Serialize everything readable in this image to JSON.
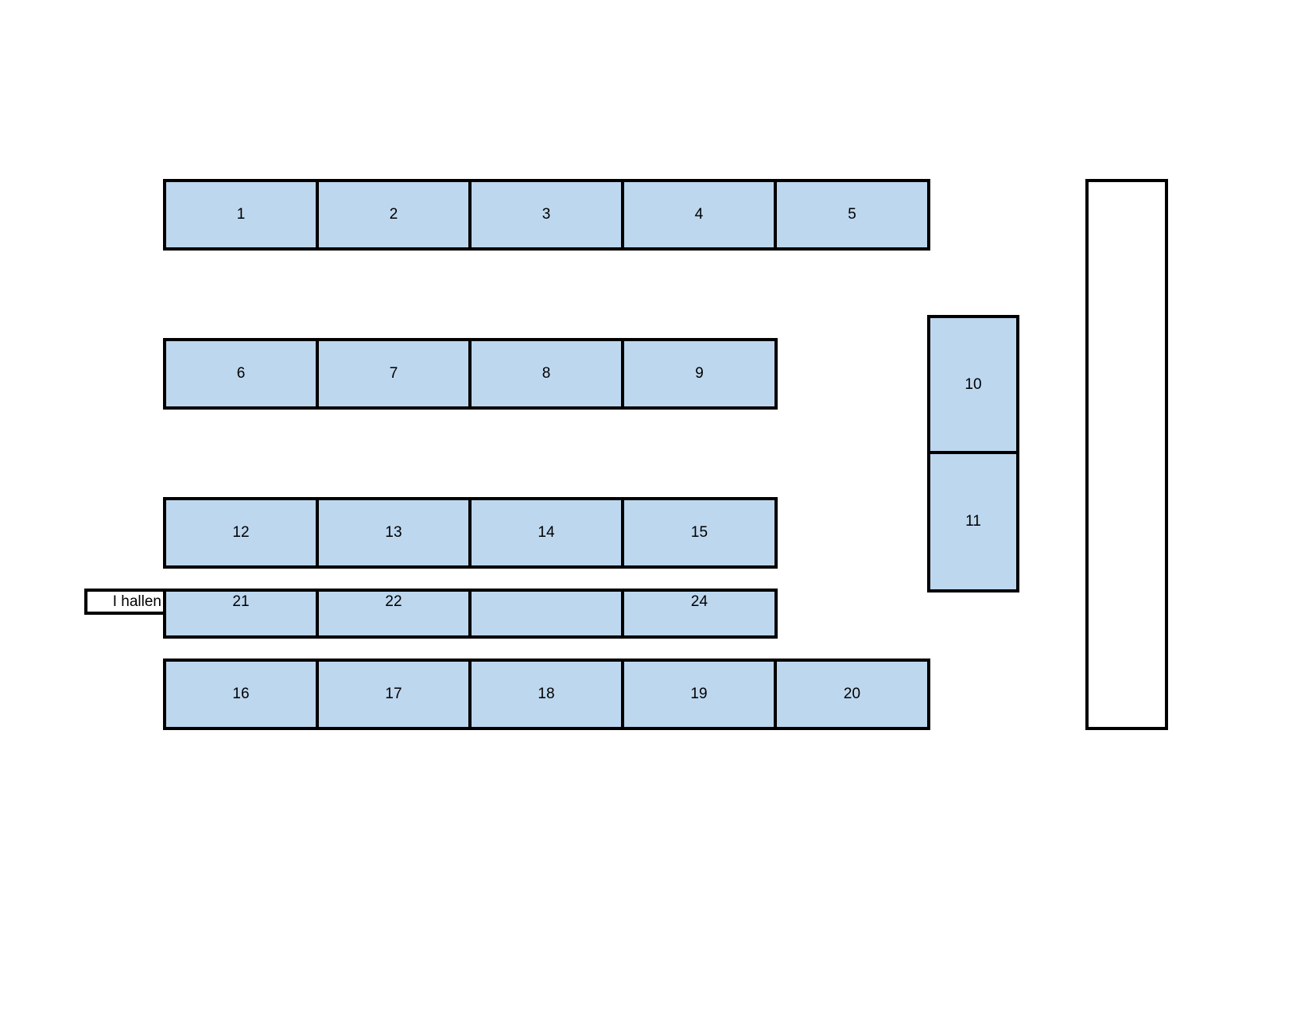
{
  "colors": {
    "cell_fill": "#bdd7ee",
    "border": "#000000",
    "background": "#ffffff"
  },
  "rows": {
    "row1": [
      "1",
      "2",
      "3",
      "4",
      "5"
    ],
    "row2": [
      "6",
      "7",
      "8",
      "9"
    ],
    "row3": [
      "12",
      "13",
      "14",
      "15"
    ],
    "row4": [
      "21",
      "22",
      "",
      "24"
    ],
    "row5": [
      "16",
      "17",
      "18",
      "19",
      "20"
    ]
  },
  "side_column": [
    "10",
    "11"
  ],
  "label": "I hallen"
}
